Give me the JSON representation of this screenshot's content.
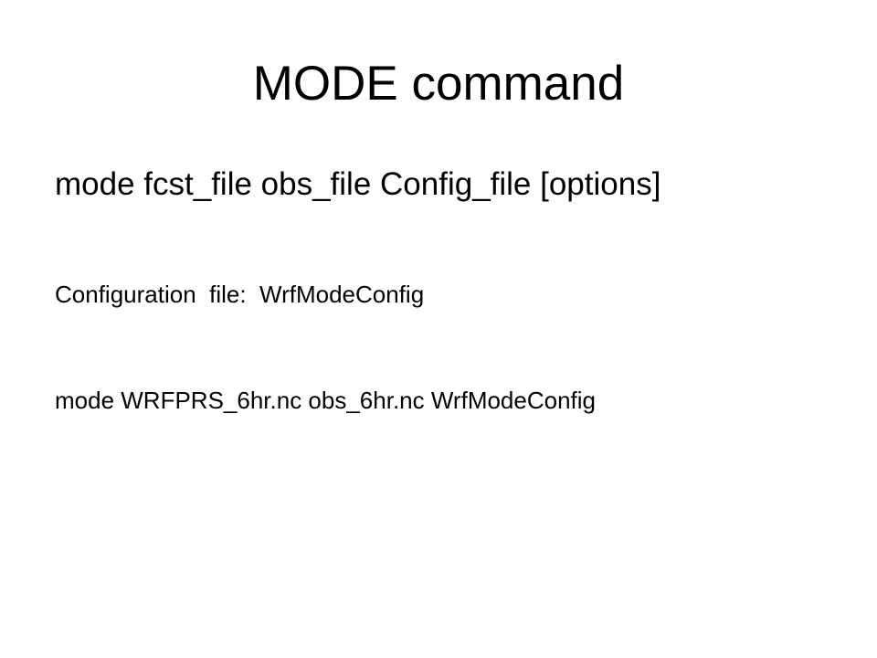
{
  "slide": {
    "title": "MODE command",
    "lines": [
      "mode fcst_file obs_file Config_file [options]",
      "Configuration  file:  WrfModeConfig",
      "mode WRFPRS_6hr.nc obs_6hr.nc WrfModeConfig"
    ]
  }
}
